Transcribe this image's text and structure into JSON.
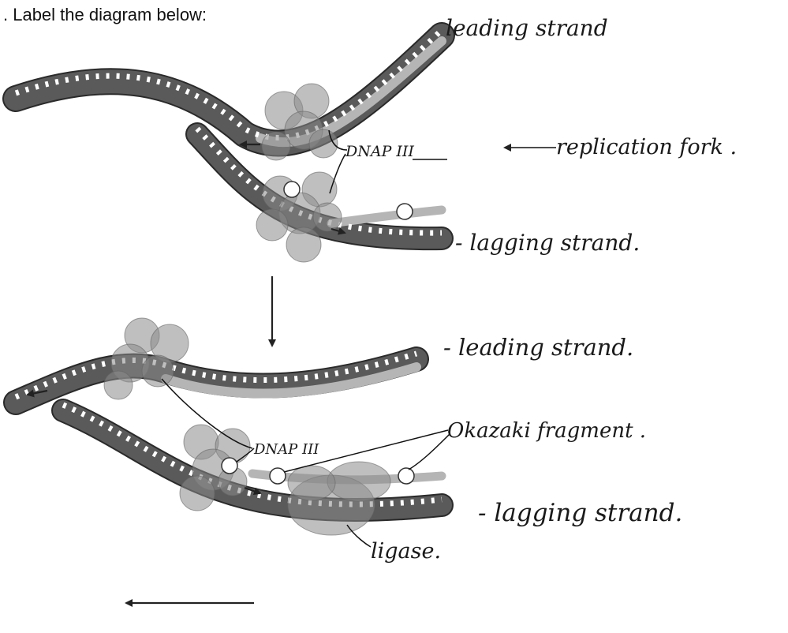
{
  "prompt": ". Label the diagram below:",
  "labels": {
    "top_leading": "leading strand",
    "top_dnap": "DNAP III",
    "top_fork": "replication fork .",
    "top_lagging": "- lagging strand.",
    "bottom_leading": "- leading strand.",
    "bottom_dnap": "DNAP III",
    "bottom_okazaki": "Okazaki fragment .",
    "bottom_lagging": "- lagging strand.",
    "bottom_ligase": "ligase."
  }
}
